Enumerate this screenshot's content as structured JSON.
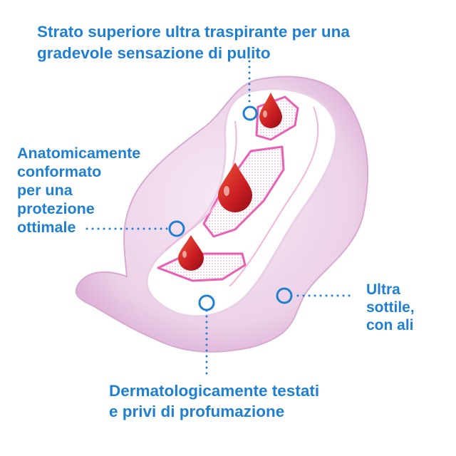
{
  "callouts": {
    "top": "Strato superiore ultra traspirante per una\ngradevole sensazione di pulito",
    "left": "Anatomicamente\nconformato\nper una\nprotezione\nottimale",
    "right": "Ultra\nsottile,\ncon ali",
    "bottom": "Dermatologicamente testati\ne privi di profumazione"
  },
  "colors": {
    "text": "#1f7fd0",
    "pad_outer": "#f2dcef",
    "pad_edge": "#d8a4cf",
    "pad_core": "#ffffff",
    "channel": "#e860b4",
    "drop": "#c81d22",
    "marker": "#1f7fd0"
  }
}
